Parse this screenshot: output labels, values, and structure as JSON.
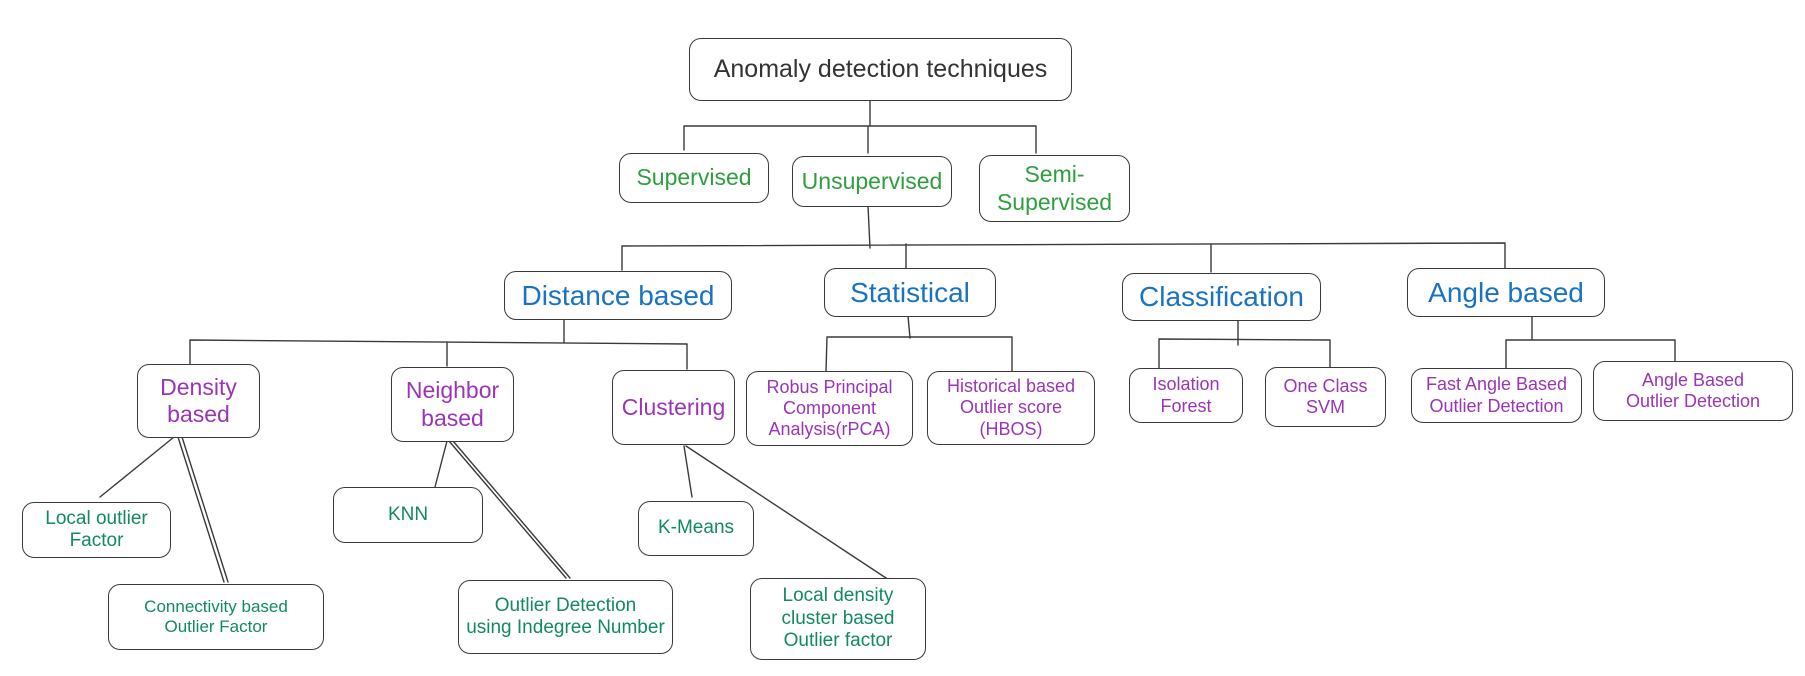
{
  "colors": {
    "root": "#333333",
    "learning": "#2e9e3e",
    "category": "#1a73c2",
    "method": "#9b35b7",
    "algorithm": "#118a5e",
    "line": "#3a3a3a"
  },
  "root": "Anomaly detection techniques",
  "learning": {
    "supervised": "Supervised",
    "unsupervised": "Unsupervised",
    "semi_supervised": "Semi-\nSupervised"
  },
  "categories": {
    "distance": "Distance based",
    "statistical": "Statistical",
    "classification": "Classification",
    "angle": "Angle based"
  },
  "distance_methods": {
    "density": "Density\nbased",
    "neighbor": "Neighbor\nbased",
    "clustering": "Clustering"
  },
  "statistical_methods": {
    "rpca": "Robus Principal\nComponent\nAnalysis(rPCA)",
    "hbos": "Historical based\nOutlier score\n(HBOS)"
  },
  "classification_methods": {
    "isolation_forest": "Isolation\nForest",
    "one_class_svm": "One Class\nSVM"
  },
  "angle_methods": {
    "fast_abod": "Fast Angle Based\nOutlier Detection",
    "abod": "Angle Based\nOutlier Detection"
  },
  "algorithms": {
    "lof": "Local outlier\nFactor",
    "cof": "Connectivity based\nOutlier Factor",
    "knn": "KNN",
    "odin": "Outlier Detection\nusing Indegree Number",
    "kmeans": "K-Means",
    "ldcof": "Local density\ncluster based\nOutlier factor"
  }
}
